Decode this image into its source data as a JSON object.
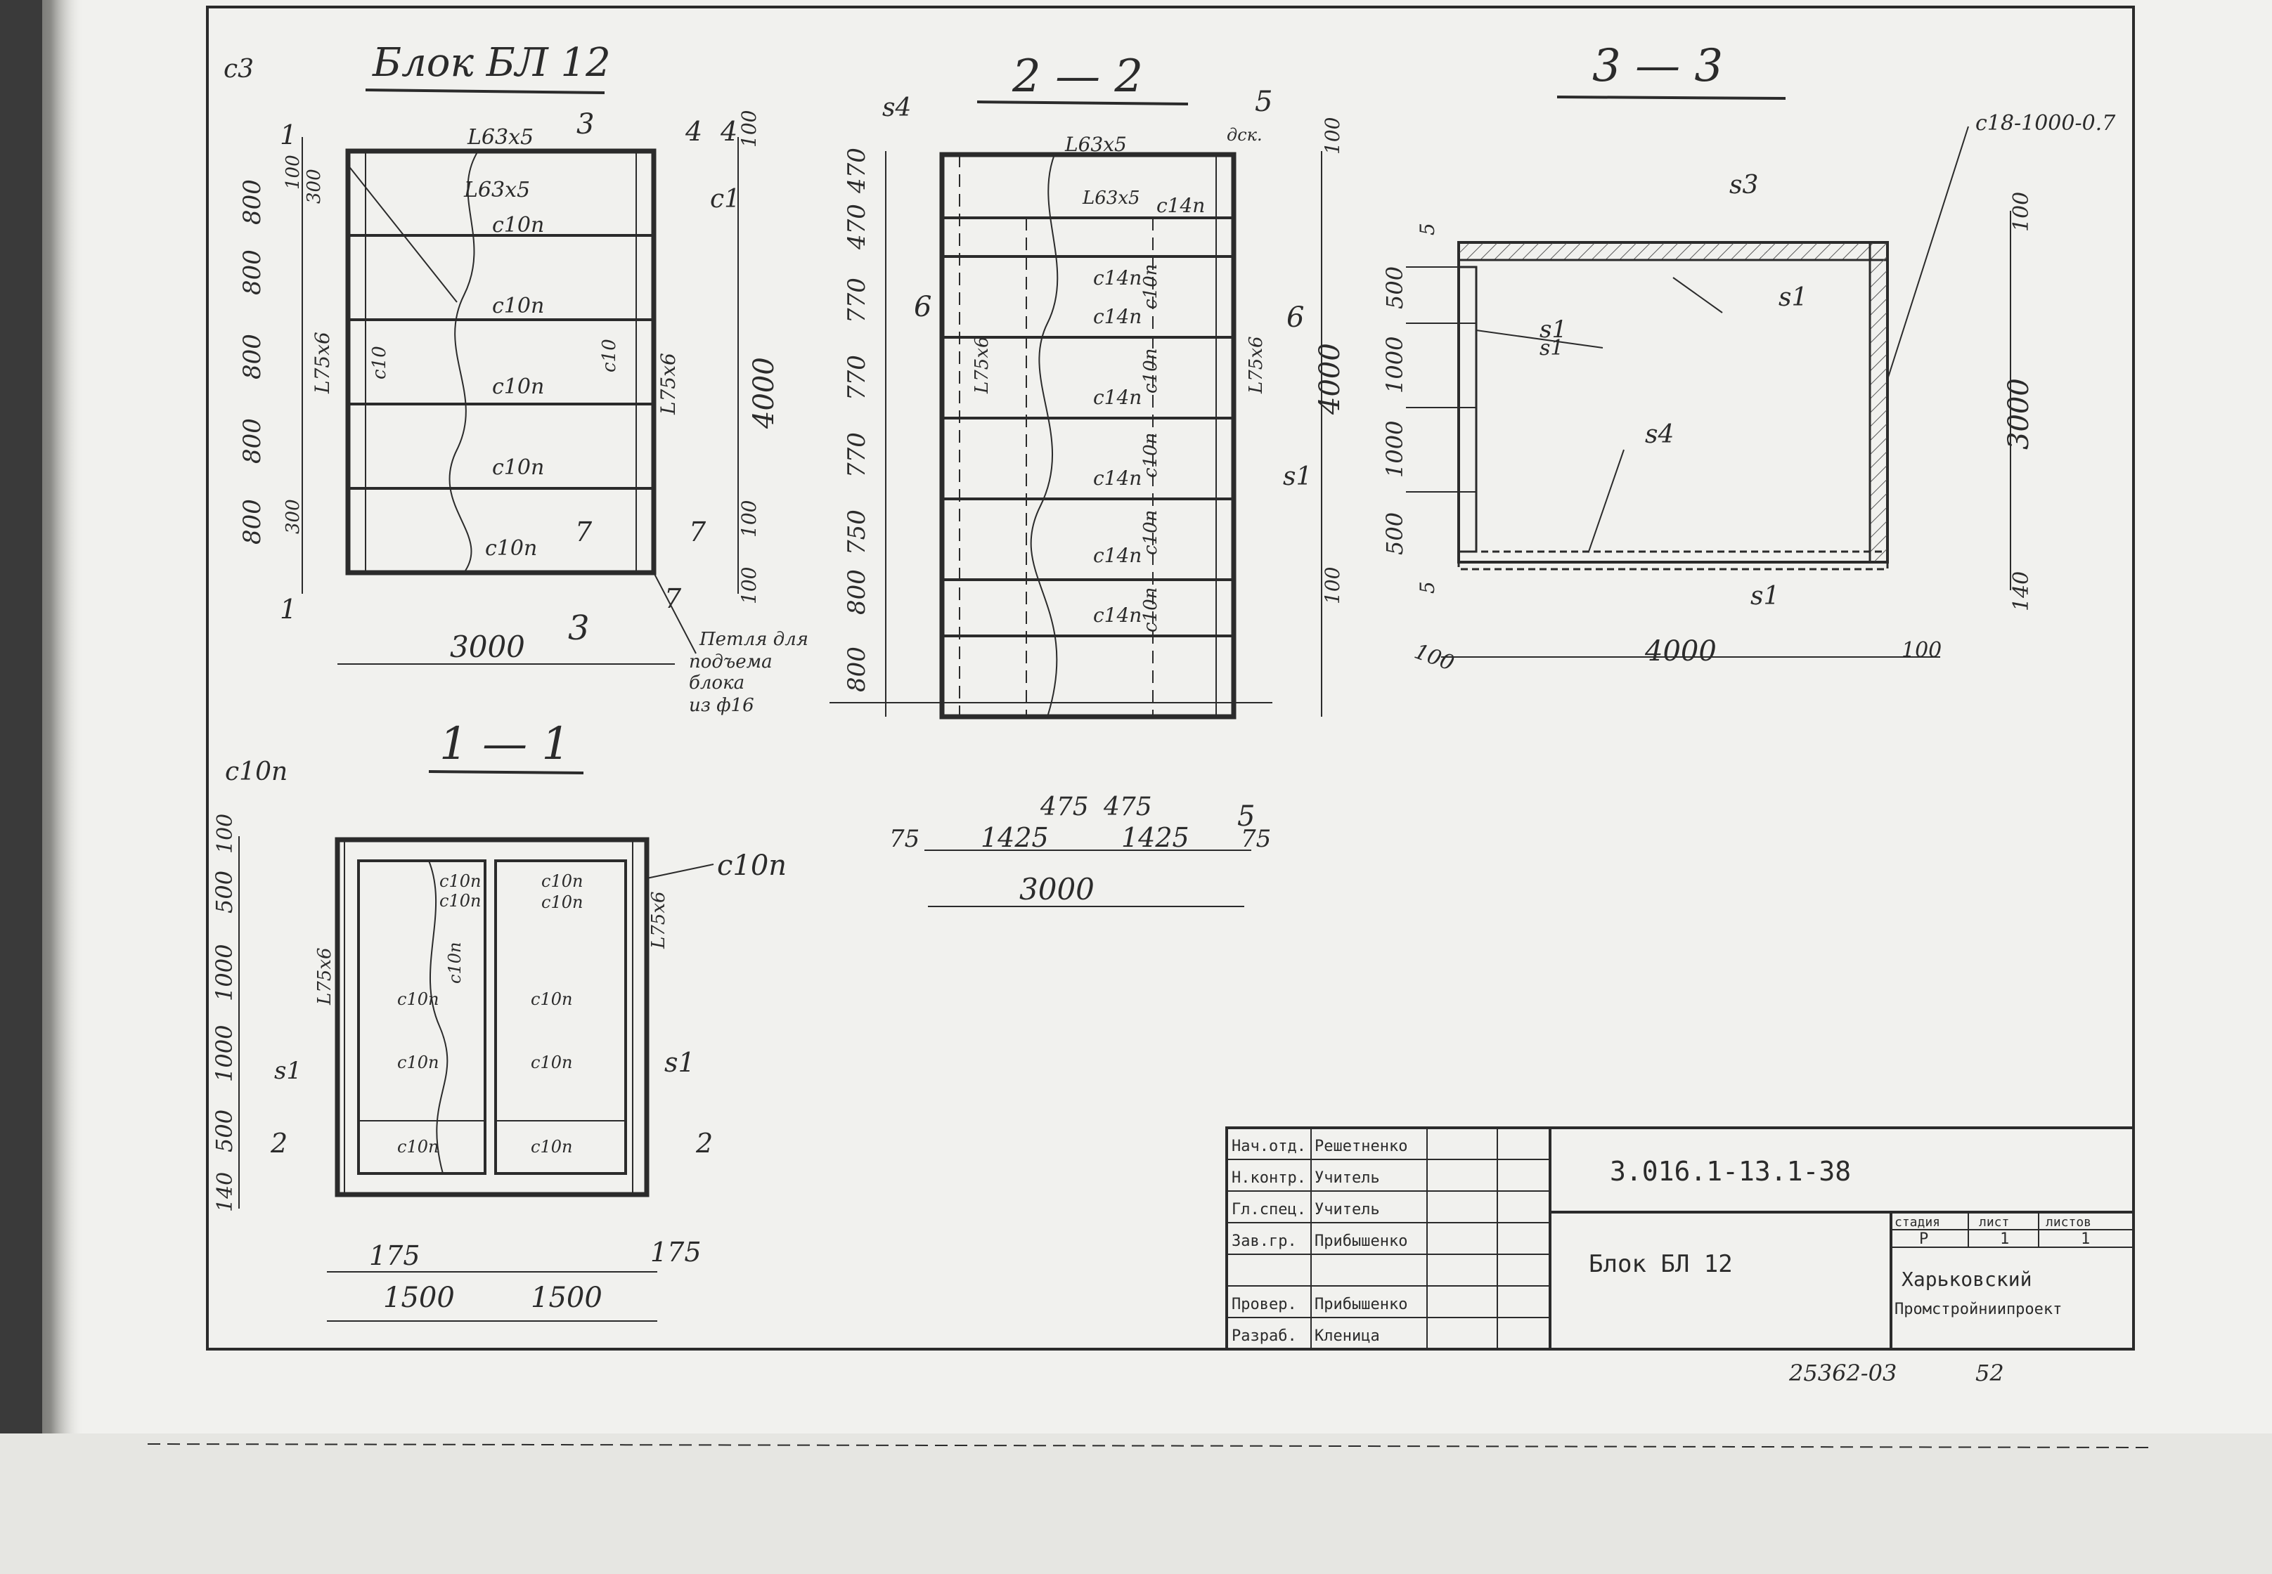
{
  "colors": {
    "paper": "#f1f1ee",
    "ink": "#2b2b2b",
    "shadow": "#4a4a4a"
  },
  "section_bl12": {
    "title": "Блок БЛ 12",
    "labels": [
      "с3",
      "L63x5",
      "L63x5",
      "с10п",
      "с10п",
      "с10п",
      "с10п",
      "с10п",
      "с1",
      "L75x6",
      "L75x6",
      "с10",
      "с10",
      "3",
      "3"
    ],
    "dims_left": [
      "100",
      "800",
      "800",
      "800",
      "800",
      "800",
      "300"
    ],
    "dims_top": [
      "100",
      "300"
    ],
    "dim_height": "4000",
    "dims_right": [
      "100",
      "100"
    ],
    "dim_width": "3000",
    "cut_marks": [
      "1",
      "1",
      "4",
      "4",
      "7",
      "7",
      "7"
    ],
    "note": [
      "Петля для",
      "подъема",
      "блока",
      "из ф16"
    ]
  },
  "section_22": {
    "title": "2 — 2",
    "labels": [
      "s4",
      "L63x5",
      "L63x5",
      "с14п",
      "с14п",
      "с14п",
      "с14п",
      "с14п",
      "с14п",
      "с14п",
      "с10п",
      "с10п",
      "с10п",
      "с10п",
      "с10п",
      "L75x6",
      "L75x6",
      "s1",
      "6",
      "6",
      "5",
      "5",
      "дск."
    ],
    "dims_left": [
      "470",
      "470",
      "770",
      "770",
      "770",
      "750",
      "800",
      "800"
    ],
    "dims_right": [
      "100",
      "4000",
      "100"
    ],
    "dims_bottom": [
      "475",
      "475",
      "75",
      "1425",
      "1425",
      "75"
    ],
    "dim_width": "3000"
  },
  "section_33": {
    "title": "3 — 3",
    "labels": [
      "с18-1000-0.7",
      "s3",
      "s1",
      "s1",
      "s4",
      "s1",
      "s1"
    ],
    "dims_left": [
      "5",
      "500",
      "1000",
      "1000",
      "500",
      "5"
    ],
    "dims_right": [
      "100",
      "3000",
      "140"
    ],
    "dims_bottom": [
      "100",
      "4000",
      "100"
    ]
  },
  "section_11": {
    "title": "1 — 1",
    "labels": [
      "с10п",
      "с10п",
      "с10п",
      "с10п",
      "с10п",
      "с10п",
      "с10п",
      "с10п",
      "с10п",
      "с10п",
      "с10п",
      "с10п",
      "с10п",
      "L75x6",
      "L75x6",
      "s1",
      "s1",
      "2",
      "2"
    ],
    "dims_left": [
      "100",
      "500",
      "1000",
      "1000",
      "500",
      "140"
    ],
    "dims_bottom": [
      "175",
      "175",
      "1500",
      "1500"
    ]
  },
  "title_block": {
    "rows": [
      {
        "role": "Нач.отд.",
        "name": "Решетненко"
      },
      {
        "role": "Н.контр.",
        "name": "Учитель"
      },
      {
        "role": "Гл.спец.",
        "name": "Учитель"
      },
      {
        "role": "Зав.гр.",
        "name": "Прибышенко"
      },
      {
        "role": "",
        "name": ""
      },
      {
        "role": "Провер.",
        "name": "Прибышенко"
      },
      {
        "role": "Разраб.",
        "name": "Кленица"
      }
    ],
    "code": "3.016.1-13.1-38",
    "sheet_name": "Блок БЛ 12",
    "stage_header": "стадия",
    "list_header": "лист",
    "lists_header": "листов",
    "stage": "Р",
    "list": "1",
    "lists": "1",
    "org_line1": "Харьковский",
    "org_line2": "Промстройниипроект"
  },
  "footer_number": "25362-03",
  "footer_page": "52"
}
